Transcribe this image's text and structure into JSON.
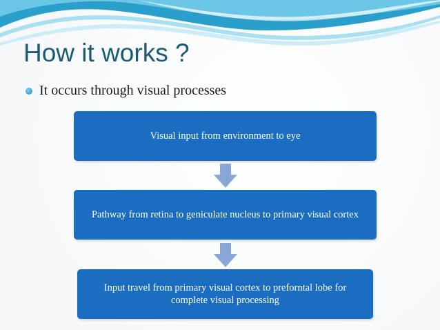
{
  "slide": {
    "title": "How it works ?",
    "bullet": "It occurs through visual processes"
  },
  "flow": {
    "steps": [
      "Visual input from environment to eye",
      "Pathway from retina to geniculate nucleus to primary  visual cortex",
      "Input travel from  primary  visual cortex to  preforntal lobe for complete visual processing"
    ]
  },
  "colors": {
    "title": "#1b5a78",
    "box": "#1a6dc0",
    "arrow": "#8aa6d6",
    "wave_dark": "#1e8fbd",
    "wave_light": "#a8e2f2"
  },
  "icons": {
    "bullet": "circle-bullet-icon",
    "connector": "down-arrow-icon"
  }
}
